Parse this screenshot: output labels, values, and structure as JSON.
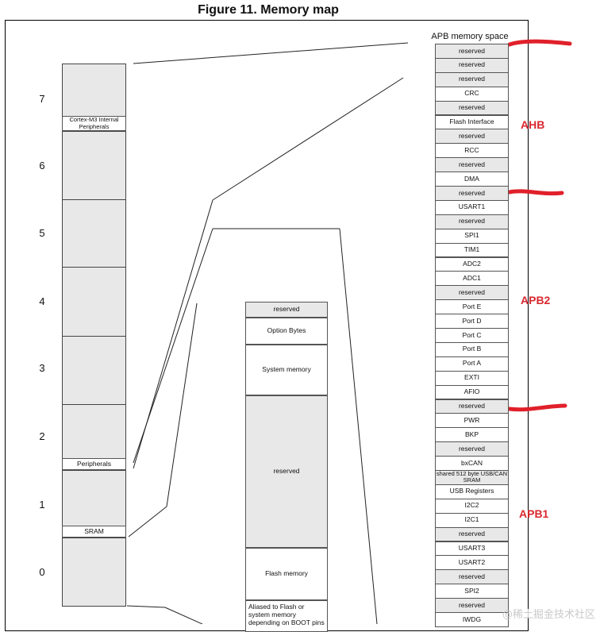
{
  "title": "Figure 11. Memory map",
  "y_axis_labels": [
    "7",
    "6",
    "5",
    "4",
    "3",
    "2",
    "1",
    "0"
  ],
  "main_labels": {
    "cortex": "Cortex-M3 Internal Peripherals",
    "peripherals": "Peripherals",
    "sram": "SRAM"
  },
  "flash_region": {
    "reserved_top": "reserved",
    "option_bytes": "Option Bytes",
    "system_memory": "System memory",
    "reserved_mid": "reserved",
    "flash_memory": "Flash memory",
    "aliased": "Aliased to Flash or system memory depending on BOOT pins"
  },
  "apb_title": "APB memory space",
  "apb_cells": [
    {
      "label": "reserved",
      "gray": true
    },
    {
      "label": "reserved",
      "gray": true
    },
    {
      "label": "reserved",
      "gray": true
    },
    {
      "label": "CRC",
      "gray": false
    },
    {
      "label": "reserved",
      "gray": true
    },
    {
      "label": "Flash Interface",
      "gray": false
    },
    {
      "label": "reserved",
      "gray": true
    },
    {
      "label": "RCC",
      "gray": false
    },
    {
      "label": "reserved",
      "gray": true
    },
    {
      "label": "DMA",
      "gray": false
    },
    {
      "label": "reserved",
      "gray": true
    },
    {
      "label": "USART1",
      "gray": false
    },
    {
      "label": "reserved",
      "gray": true
    },
    {
      "label": "SPI1",
      "gray": false
    },
    {
      "label": "TIM1",
      "gray": false
    },
    {
      "label": "ADC2",
      "gray": false
    },
    {
      "label": "ADC1",
      "gray": false
    },
    {
      "label": "reserved",
      "gray": true
    },
    {
      "label": "Port E",
      "gray": false
    },
    {
      "label": "Port D",
      "gray": false
    },
    {
      "label": "Port C",
      "gray": false
    },
    {
      "label": "Port B",
      "gray": false
    },
    {
      "label": "Port A",
      "gray": false
    },
    {
      "label": "EXTI",
      "gray": false
    },
    {
      "label": "AFIO",
      "gray": false
    },
    {
      "label": "reserved",
      "gray": true
    },
    {
      "label": "PWR",
      "gray": false
    },
    {
      "label": "BKP",
      "gray": false
    },
    {
      "label": "reserved",
      "gray": true
    },
    {
      "label": "bxCAN",
      "gray": false
    },
    {
      "label": "shared 512 byte USB/CAN SRAM",
      "gray": true
    },
    {
      "label": "USB Registers",
      "gray": false
    },
    {
      "label": "I2C2",
      "gray": false
    },
    {
      "label": "I2C1",
      "gray": false
    },
    {
      "label": "reserved",
      "gray": true
    },
    {
      "label": "USART3",
      "gray": false
    },
    {
      "label": "USART2",
      "gray": false
    },
    {
      "label": "reserved",
      "gray": true
    },
    {
      "label": "SPI2",
      "gray": false
    },
    {
      "label": "reserved",
      "gray": true
    },
    {
      "label": "IWDG",
      "gray": false
    }
  ],
  "groups": {
    "ahb": "AHB",
    "apb2": "APB2",
    "apb1": "APB1"
  },
  "annotation_color": "#d9282f",
  "watermark": "@稀土掘金技术社区"
}
